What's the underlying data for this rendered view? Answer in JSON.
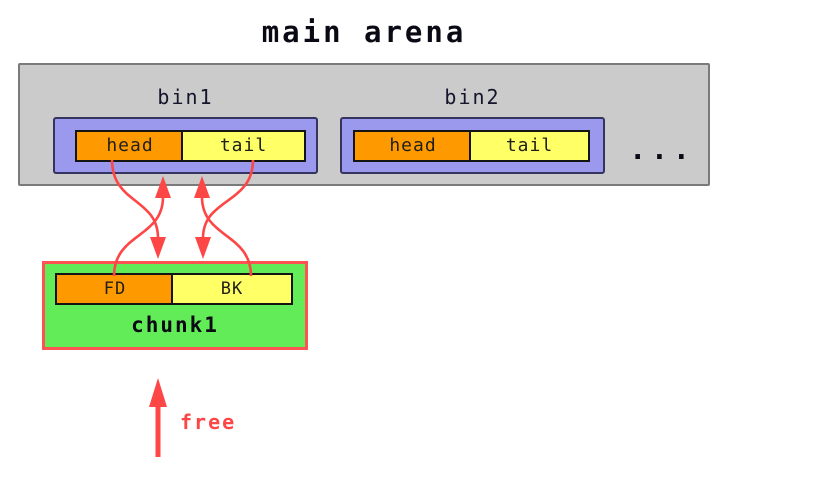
{
  "title": "main arena",
  "arena": {
    "bins": [
      {
        "label": "bin1",
        "head": "head",
        "tail": "tail"
      },
      {
        "label": "bin2",
        "head": "head",
        "tail": "tail"
      }
    ],
    "ellipsis": "..."
  },
  "chunk": {
    "label": "chunk1",
    "fd": "FD",
    "bk": "BK"
  },
  "free": {
    "label": "free"
  },
  "colors": {
    "arena_fill": "#cbcbcb",
    "arena_border": "#7a7a7a",
    "bin_fill": "#9a99ee",
    "bin_border": "#34345e",
    "head_fill": "#ff9900",
    "tail_fill": "#ffff66",
    "cell_border": "#141414",
    "chunk_fill": "#62ed58",
    "chunk_border": "#ff5252",
    "arrow_red": "#fd4646",
    "text": "#0a0a14"
  }
}
